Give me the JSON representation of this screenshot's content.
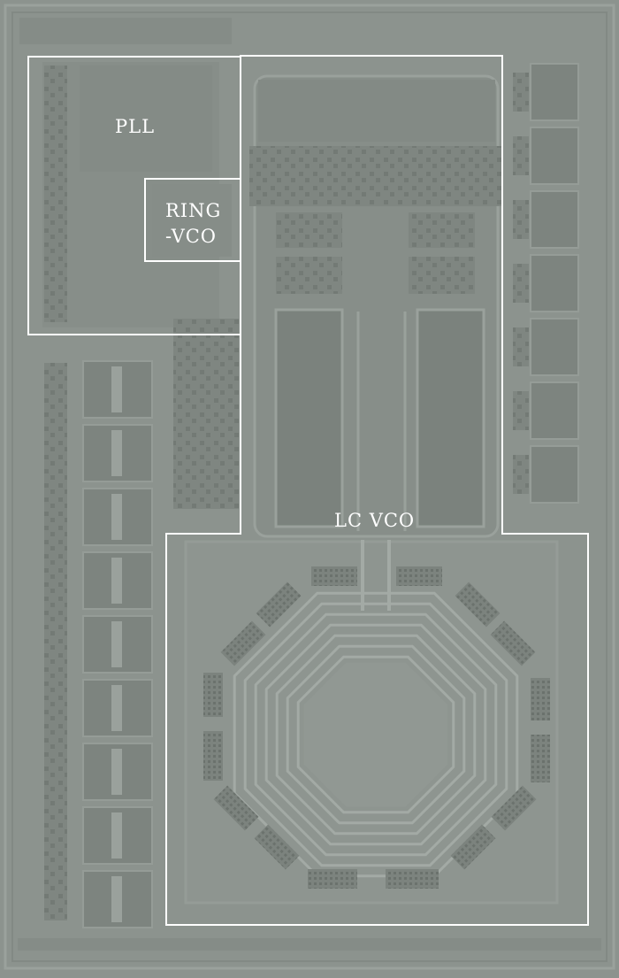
{
  "labels": {
    "pll": "PLL",
    "ring_vco_line1": "RING",
    "ring_vco_line2": "-VCO",
    "lc_vco": "LC VCO"
  },
  "colors": {
    "die_background": "#8c938e",
    "block_fill": "#848b86",
    "dark_cell": "#767d78",
    "metal_line": "#9aa19c",
    "inductor_trace": "#a3aaa5",
    "outline": "#ffffff"
  }
}
